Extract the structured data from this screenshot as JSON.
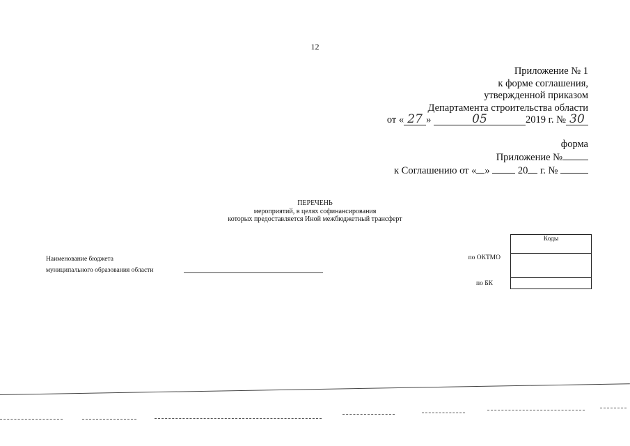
{
  "page_number": "12",
  "appendix": {
    "line1": "Приложение № 1",
    "line2": "к форме соглашения,",
    "line3": "утвержденной приказом",
    "line4": "Департамента строительства области",
    "date_prefix": "от «",
    "date_day": "27",
    "date_mid": "»",
    "date_month": "05",
    "date_year": "2019 г. №",
    "date_number": "30"
  },
  "form": {
    "label": "форма",
    "appendix_label": "Приложение №",
    "agreement_prefix": "к Соглашению от «",
    "agreement_mid": "»",
    "agreement_year": "20",
    "agreement_suffix": "г. №"
  },
  "title": {
    "line1": "ПЕРЕЧЕНЬ",
    "line2": "мероприятий, в целях софинансирования",
    "line3": "которых предоставляется Иной межбюджетный трансферт"
  },
  "budget": {
    "label_line1": "Наименование бюджета",
    "label_line2": "муниципального образования области"
  },
  "codes": {
    "header": "Коды",
    "oktmo_label": "по ОКТМО",
    "bk_label": "по БК"
  }
}
